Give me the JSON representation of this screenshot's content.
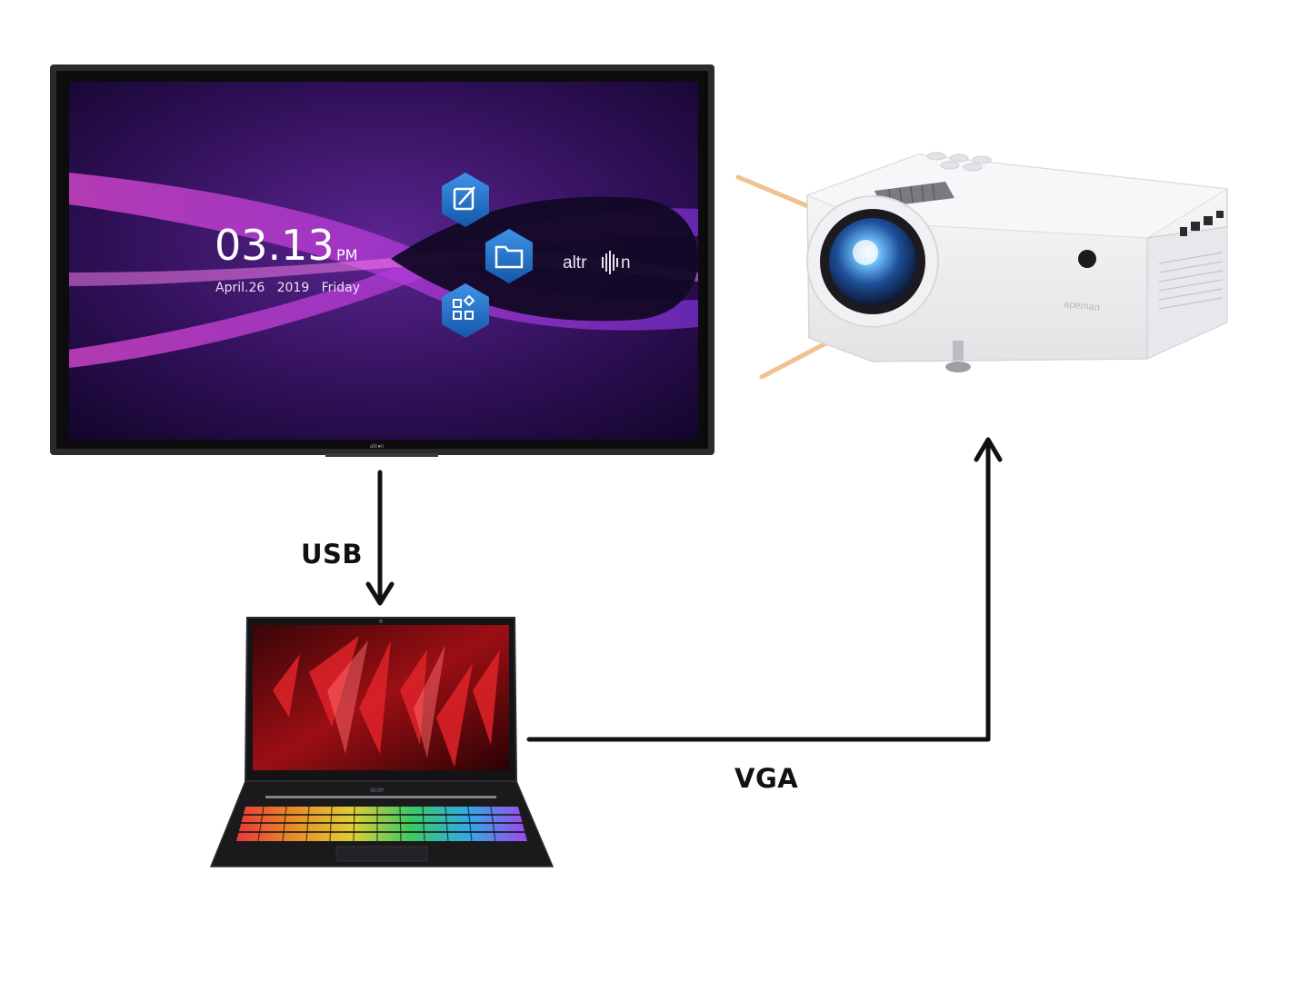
{
  "display": {
    "time": "03.13",
    "ampm": "PM",
    "date": "April.26   2019   Friday",
    "brand": "altr",
    "brand_suffix": "n",
    "bezel_logo": "altr●n"
  },
  "projector": {
    "brand": "apeman"
  },
  "laptop": {
    "brand": "acer"
  },
  "connections": {
    "usb_label": "USB",
    "vga_label": "VGA"
  },
  "colors": {
    "arrow": "#111111",
    "light_beam": "#f2c190",
    "screen_purple": "#4a1a78",
    "icon_blue": "#1f6fc4"
  }
}
